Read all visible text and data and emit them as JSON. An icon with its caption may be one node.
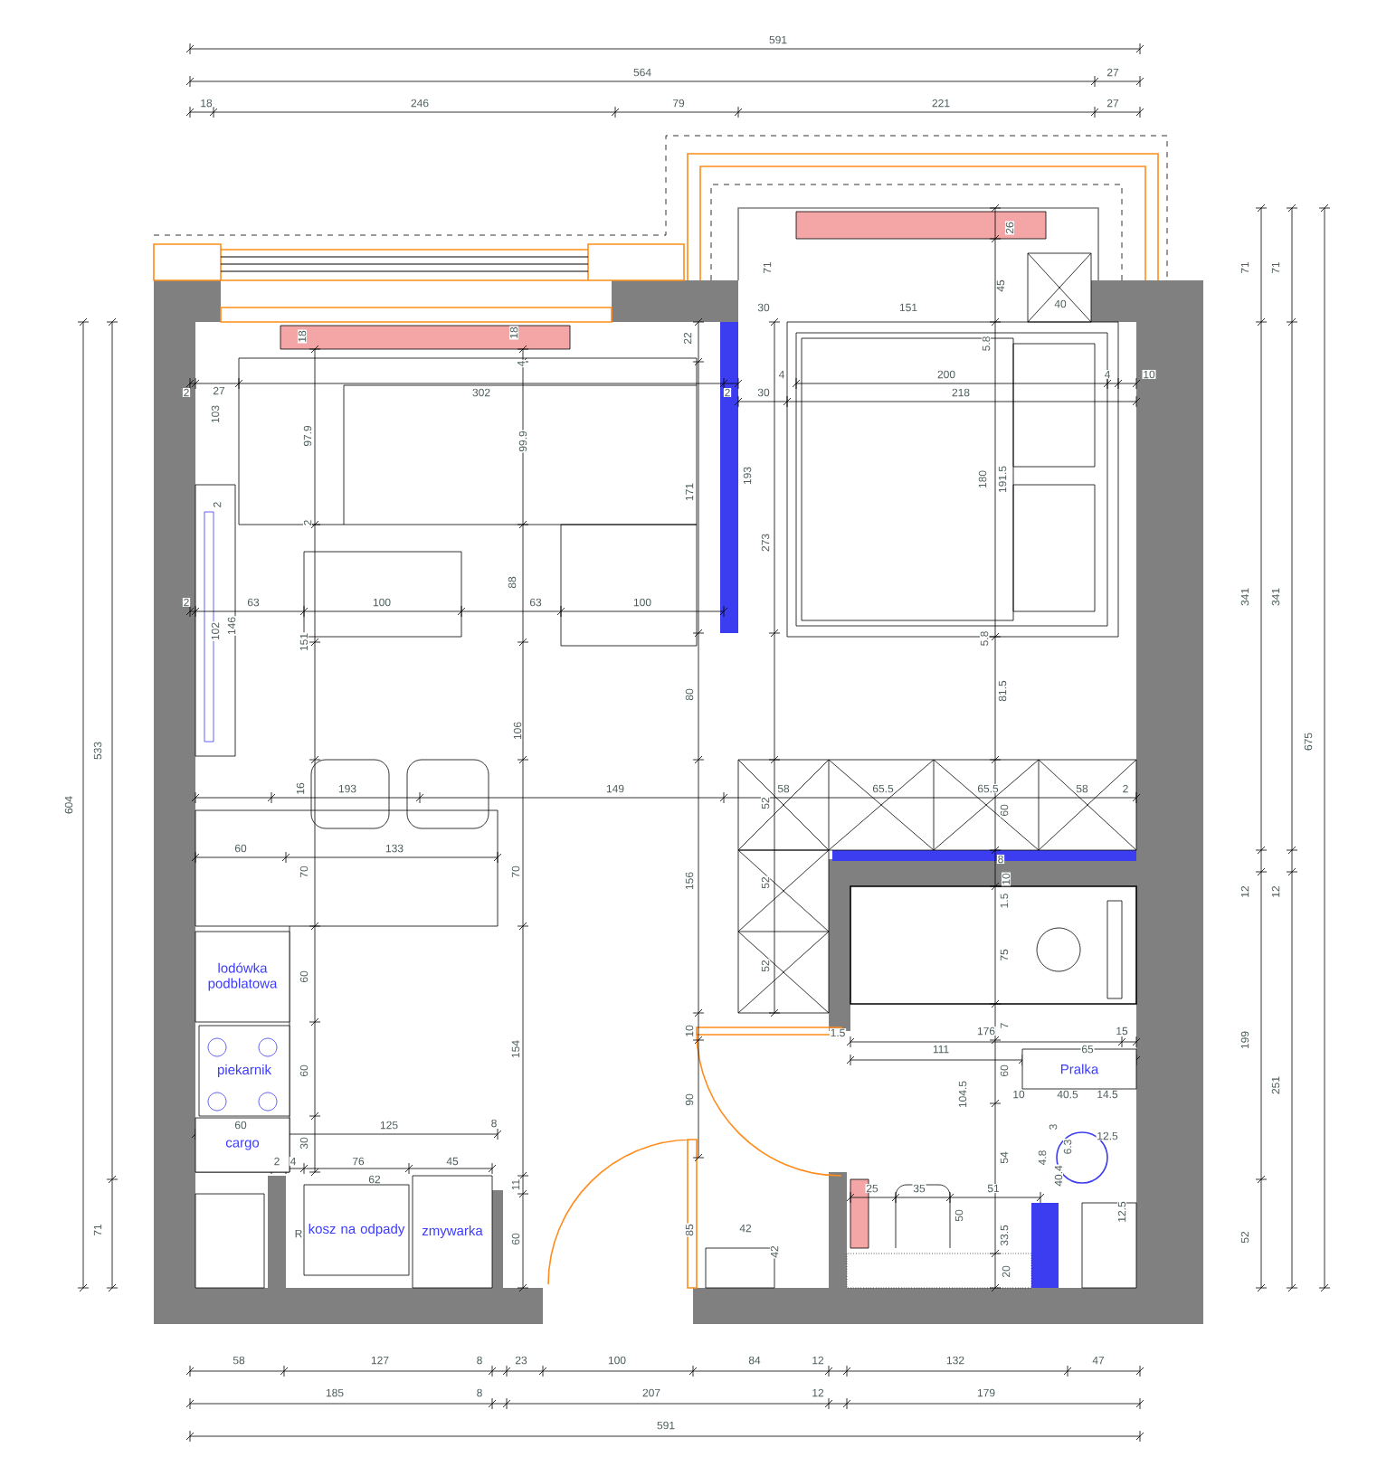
{
  "diagram": {
    "nodes": [
      {
        "text": [
          "lodówka podblatowa"
        ]
      },
      {
        "text": [
          "piekarnik"
        ]
      },
      {
        "text": [
          "cargo"
        ]
      },
      {
        "text": [
          "kosz na odpady"
        ]
      },
      {
        "text": [
          "zmywarka"
        ]
      },
      {
        "text": [
          "Pralka"
        ]
      }
    ],
    "labels": [
      "591",
      "564",
      "27",
      "18",
      "246",
      "79",
      "221",
      "27",
      "604",
      "533",
      "71",
      "71",
      "71",
      "341",
      "341",
      "675",
      "12",
      "12",
      "199",
      "251",
      "52",
      "58",
      "127",
      "8",
      "23",
      "100",
      "84",
      "12",
      "132",
      "47",
      "185",
      "8",
      "207",
      "12",
      "179",
      "591",
      "18",
      "18",
      "22",
      "4",
      "2",
      "27",
      "302",
      "2",
      "103",
      "97.9",
      "99.9",
      "171",
      "193",
      "2",
      "2",
      "2",
      "63",
      "100",
      "88",
      "63",
      "100",
      "102",
      "146",
      "151",
      "80",
      "106",
      "16",
      "193",
      "149",
      "60",
      "133",
      "70",
      "70",
      "156",
      "60",
      "60",
      "154",
      "10",
      "90",
      "60",
      "125",
      "8",
      "30",
      "2",
      "4",
      "76",
      "45",
      "62",
      "11",
      "R",
      "60",
      "85",
      "42",
      "42",
      "26",
      "71",
      "45",
      "30",
      "151",
      "40",
      "5.8",
      "4",
      "200",
      "4",
      "10",
      "30",
      "218",
      "273",
      "180",
      "191.5",
      "5.8",
      "81.5",
      "58",
      "65.5",
      "65.5",
      "58",
      "2",
      "52",
      "60",
      "52",
      "52",
      "8",
      "10",
      "1.5",
      "75",
      "7",
      "1.5",
      "176",
      "15",
      "111",
      "65",
      "60",
      "104.5",
      "10",
      "40.5",
      "14.5",
      "3",
      "6.3",
      "12.5",
      "54",
      "4.8",
      "40.4",
      "12.5",
      "25",
      "35",
      "51",
      "50",
      "33.5",
      "20"
    ]
  }
}
